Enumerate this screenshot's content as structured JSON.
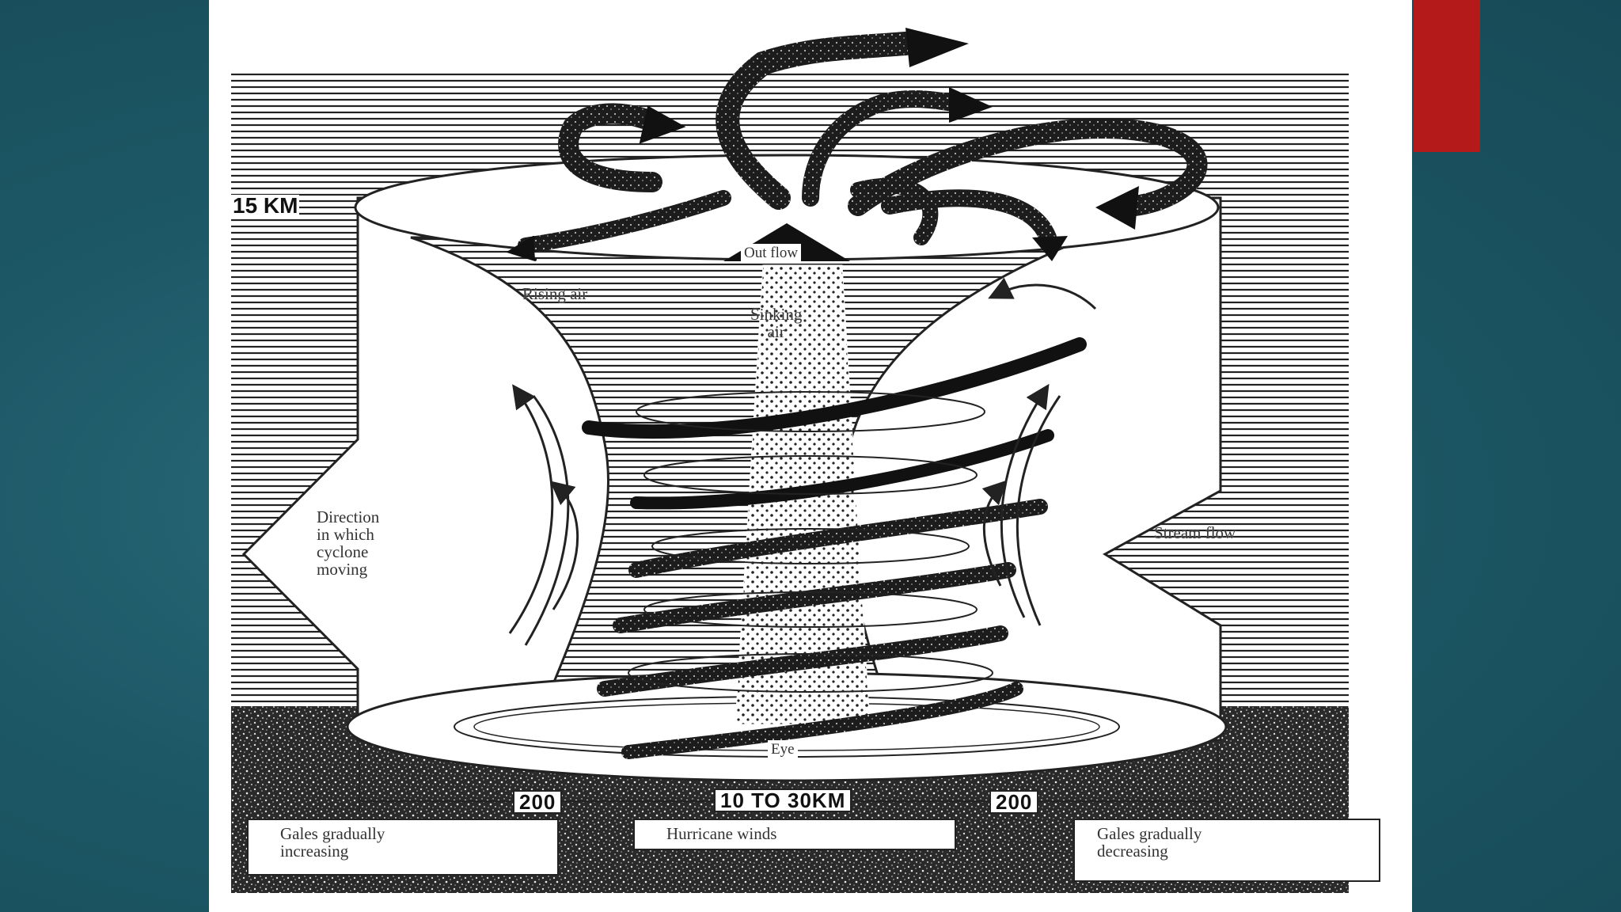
{
  "colors": {
    "background": "#1d5866",
    "accent": "#b51a1a",
    "page": "#ffffff",
    "ink": "#1a1a1a"
  },
  "diagram": {
    "altitude_label": "15 KM",
    "labels": {
      "out_flow": "Out flow",
      "rising_air": "Rising air",
      "sinking_air": "Sinking\nair",
      "direction": "Direction\nin which\ncyclone\nmoving",
      "stream_flow": "Stream flow",
      "eye": "Eye"
    },
    "scale": {
      "left": "200",
      "center": "10 TO 30KM",
      "right": "200"
    },
    "zones": {
      "left": "Gales gradually\nincreasing",
      "center": "Hurricane winds",
      "right": "Gales gradually\ndecreasing"
    }
  }
}
